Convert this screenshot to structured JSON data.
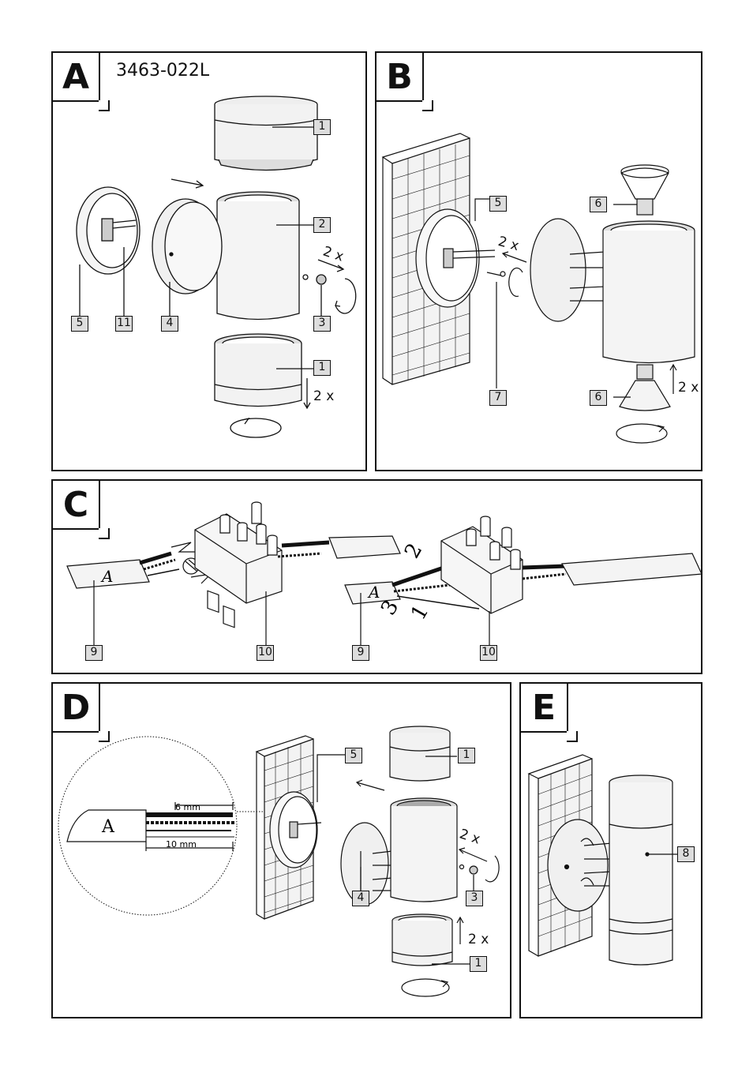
{
  "panels": {
    "a": {
      "letter": "A",
      "model": "3463-022L"
    },
    "b": {
      "letter": "B"
    },
    "c": {
      "letter": "C"
    },
    "d": {
      "letter": "D"
    },
    "e": {
      "letter": "E"
    }
  },
  "callouts": {
    "a_1_top": "1",
    "a_2": "2",
    "a_5": "5",
    "a_11": "11",
    "a_4": "4",
    "a_3": "3",
    "a_1_bottom": "1",
    "b_5": "5",
    "b_6_top": "6",
    "b_7": "7",
    "b_6_bottom": "6",
    "c_9_left": "9",
    "c_10_left": "10",
    "c_9_right": "9",
    "c_10_right": "10",
    "d_5": "5",
    "d_1_top": "1",
    "d_4": "4",
    "d_3": "3",
    "d_1_bottom": "1",
    "e_8": "8"
  },
  "quantities": {
    "a_screws": "2 x",
    "a_ring": "2 x",
    "b_screws": "2 x",
    "b_bulbs": "2 x",
    "d_screws": "2 x",
    "d_ring": "2 x"
  },
  "wire": {
    "label": "A",
    "strip_inner": "6 mm",
    "strip_outer": "10 mm",
    "wire_numbers": [
      "1",
      "2",
      "3"
    ]
  }
}
